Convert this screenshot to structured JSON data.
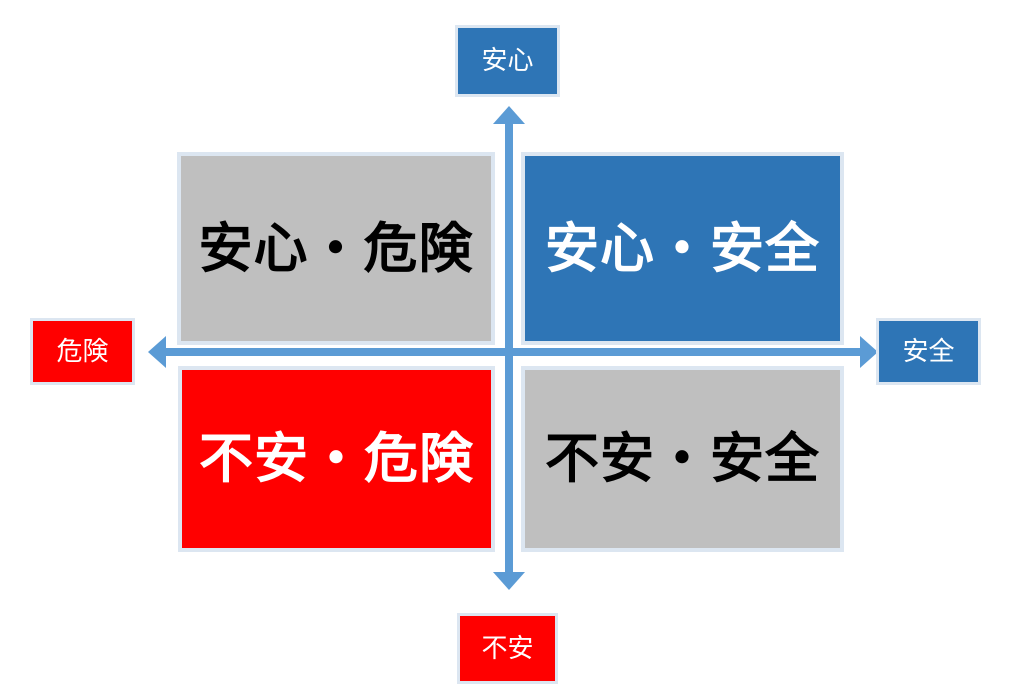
{
  "diagram": {
    "type": "2x2-matrix",
    "background_color": "#ffffff",
    "axis_color": "#5B9BD5",
    "colors": {
      "blue": "#2E75B6",
      "red": "#FF0000",
      "gray": "#BFBFBF",
      "border": "#DCE6F1",
      "axis": "#5B9BD5"
    },
    "axis_labels": {
      "top": "安心",
      "bottom": "不安",
      "left": "危険",
      "right": "安全"
    },
    "quadrants": [
      {
        "position": "top-left",
        "label": "安心・危険",
        "fill": "#BFBFBF",
        "text_color": "#000000"
      },
      {
        "position": "top-right",
        "label": "安心・安全",
        "fill": "#2E75B6",
        "text_color": "#FFFFFF"
      },
      {
        "position": "bottom-left",
        "label": "不安・危険",
        "fill": "#FF0000",
        "text_color": "#FFFFFF"
      },
      {
        "position": "bottom-right",
        "label": "不安・安全",
        "fill": "#BFBFBF",
        "text_color": "#000000"
      }
    ],
    "axes": {
      "vertical_name": "安心 - 不安",
      "horizontal_name": "危険 - 安全"
    }
  }
}
